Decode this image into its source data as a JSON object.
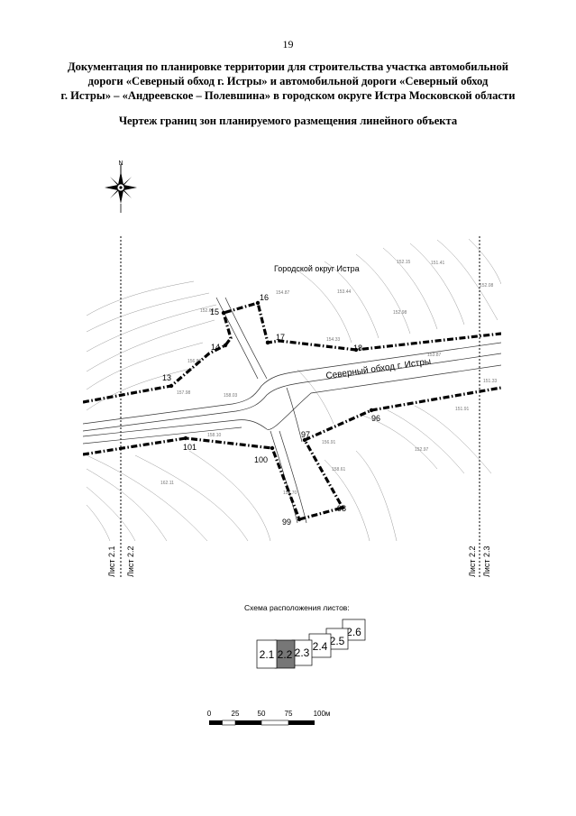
{
  "page_number": "19",
  "document_title": [
    "Документация по планировке территории для строительства участка автомобильной",
    "дороги «Северный обход г. Истры» и автомобильной дороги «Северный обход",
    "г. Истры» – «Андреевское – Полевшина» в городском округе Истра Московской области"
  ],
  "drawing_title": "Чертеж границ зон планируемого размещения линейного объекта",
  "map": {
    "compass_label": "N",
    "district_label": "Городской округ Истра",
    "road_label": "Северный обход г. Истры",
    "sheet_line_left": [
      "Лист 2.1",
      "Лист 2.2"
    ],
    "sheet_line_right": [
      "Лист 2.2",
      "Лист 2.3"
    ],
    "points": [
      {
        "id": "13",
        "label": "13"
      },
      {
        "id": "14",
        "label": "14"
      },
      {
        "id": "15",
        "label": "15"
      },
      {
        "id": "16",
        "label": "16"
      },
      {
        "id": "17",
        "label": "17"
      },
      {
        "id": "18",
        "label": "18"
      },
      {
        "id": "96",
        "label": "96"
      },
      {
        "id": "97",
        "label": "97"
      },
      {
        "id": "98",
        "label": "98"
      },
      {
        "id": "99",
        "label": "99"
      },
      {
        "id": "100",
        "label": "100"
      },
      {
        "id": "101",
        "label": "101"
      }
    ],
    "elevations": [
      "152.68",
      "154.87",
      "153.44",
      "152.98",
      "152.08",
      "151.41",
      "152.15",
      "156.82",
      "157.98",
      "158.10",
      "154.33",
      "156.91",
      "158.61",
      "158.70",
      "162.11",
      "153.87",
      "152.97",
      "151.33",
      "158.03",
      "151.91"
    ],
    "layer_colors": {
      "boundary": "#000000",
      "road": "#333333",
      "contours": "#9a9a9a"
    }
  },
  "sheet_scheme": {
    "title": "Схема расположения листов:",
    "sheets": [
      {
        "label": "2.1",
        "active": false
      },
      {
        "label": "2.2",
        "active": true
      },
      {
        "label": "2.3",
        "active": false
      },
      {
        "label": "2.4",
        "active": false
      },
      {
        "label": "2.5",
        "active": false
      },
      {
        "label": "2.6",
        "active": false
      }
    ]
  },
  "scale_bar": {
    "labels": [
      "0",
      "25",
      "50",
      "75",
      "100м"
    ]
  }
}
